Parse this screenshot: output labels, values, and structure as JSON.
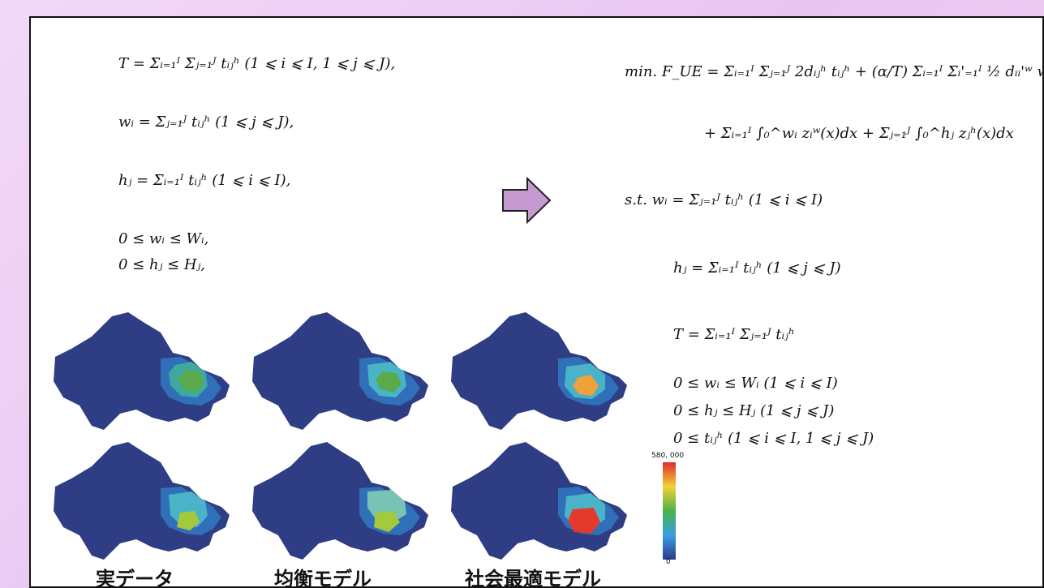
{
  "left_equations": [
    "T = Σᵢ₌₁ᴵ Σⱼ₌₁ᴶ tᵢⱼʰ   (1 ⩽ i ⩽ I, 1 ⩽ j ⩽ J),",
    "wᵢ = Σⱼ₌₁ᴶ tᵢⱼʰ   (1 ⩽ j ⩽ J),",
    "hⱼ = Σᵢ₌₁ᴵ tᵢⱼʰ   (1 ⩽ i ⩽ I),",
    "0 ≤ wᵢ ≤ Wᵢ,",
    "0 ≤ hⱼ ≤ Hⱼ,"
  ],
  "right_equations": [
    "min.   F_UE = Σᵢ₌₁ᴵ Σⱼ₌₁ᴶ 2dᵢⱼʰ tᵢⱼʰ + (α/T) Σᵢ₌₁ᴵ Σᵢ'₌₁ᴵ ½ dᵢᵢ'ʷ wᵢ wᵢ'",
    "+ Σᵢ₌₁ᴵ ∫₀^wᵢ zᵢʷ(x)dx + Σⱼ₌₁ᴶ ∫₀^hⱼ zⱼʰ(x)dx",
    "s.t.   wᵢ = Σⱼ₌₁ᴶ tᵢⱼʰ   (1 ⩽ i ⩽ I)",
    "hⱼ = Σᵢ₌₁ᴵ tᵢⱼʰ   (1 ⩽ j ⩽ J)",
    "T = Σᵢ₌₁ᴵ Σⱼ₌₁ᴶ tᵢⱼʰ",
    "0 ≤ wᵢ ≤ Wᵢ   (1 ⩽ i ⩽ I)",
    "0 ≤ hⱼ ≤ Hⱼ   (1 ⩽ j ⩽ J)",
    "0 ≤ tᵢⱼʰ   (1 ⩽ i ⩽ I, 1 ⩽ j ⩽ J)"
  ],
  "captions": [
    "実データ",
    "均衡モデル",
    "社会最適モデル"
  ],
  "colorbar": {
    "max_label": "580, 000",
    "min_label": "0"
  },
  "colors": {
    "base": "#2e3d84",
    "accent": "#c59ad0"
  }
}
